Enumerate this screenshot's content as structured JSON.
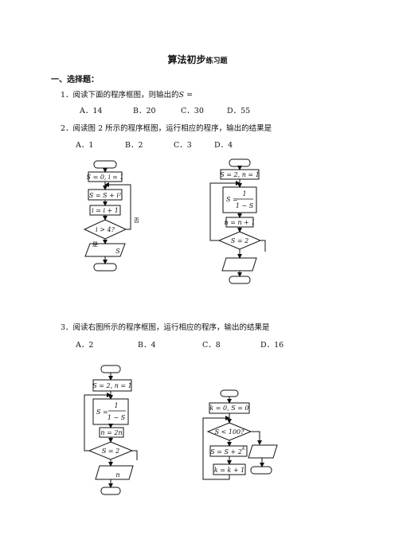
{
  "title_main": "算法初步",
  "title_sub": "练习题",
  "section1": "一、选择题：",
  "q1": {
    "text": "1．阅读下面的程序框图，则输出的",
    "var": "S",
    "tail": " =",
    "options": [
      "A．14",
      "B．20",
      "C．30",
      "D．55"
    ]
  },
  "q2": {
    "text": "2．阅读图 2 所示的程序框图，运行相应的程序，输出的结果是",
    "options": [
      "A．1",
      "B．2",
      "C．3",
      "D．4"
    ]
  },
  "q3": {
    "text": "3．阅读右图所示的程序框图，运行相应的程序，输出的结果是",
    "options": [
      "A．2",
      "B．4",
      "C．8",
      "D．16"
    ]
  },
  "fig1": {
    "init": "S = 0, i = 1",
    "step1": "S = S + i²",
    "step2": "i = i + 1",
    "cond": "i > 4?",
    "yes": "是",
    "no": "否",
    "out": "S"
  },
  "fig2": {
    "init": "S = 2, n = 1",
    "frac_top": "1",
    "frac_bot": "1 − S",
    "step": "n = n + 1",
    "cond": "S = 2"
  },
  "fig3": {
    "init": "S = 2, n = 1",
    "frac_top": "1",
    "frac_bot": "1 − S",
    "step": "n = 2n",
    "cond": "S = 2",
    "out": "n"
  },
  "fig4": {
    "init": "k = 0, S = 0",
    "cond": "S < 100?",
    "step1": "S = S + 2",
    "exp": "k",
    "step2": "k = k + 1"
  }
}
